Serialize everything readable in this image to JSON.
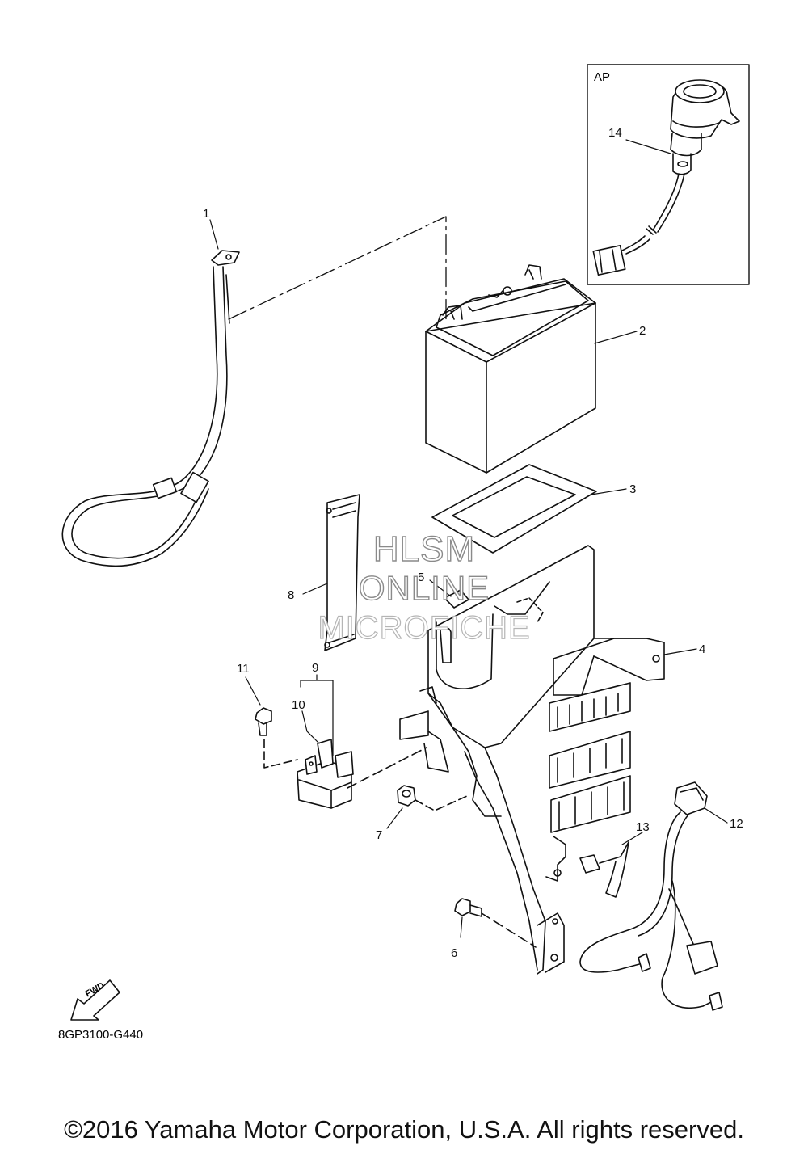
{
  "inset": {
    "label": "AP"
  },
  "callouts": [
    {
      "id": "1",
      "text": "1"
    },
    {
      "id": "2",
      "text": "2"
    },
    {
      "id": "3",
      "text": "3"
    },
    {
      "id": "4",
      "text": "4"
    },
    {
      "id": "5",
      "text": "5"
    },
    {
      "id": "6",
      "text": "6"
    },
    {
      "id": "7",
      "text": "7"
    },
    {
      "id": "8",
      "text": "8"
    },
    {
      "id": "9",
      "text": "9"
    },
    {
      "id": "10",
      "text": "10"
    },
    {
      "id": "11",
      "text": "11"
    },
    {
      "id": "12",
      "text": "12"
    },
    {
      "id": "13",
      "text": "13"
    },
    {
      "id": "14",
      "text": "14"
    }
  ],
  "watermark": {
    "line1": "HLSM",
    "line2": "ONLINE",
    "line3": "MICROFICHE"
  },
  "fwd_label": "FWD",
  "drawing_code": "8GP3100-G440",
  "copyright": "©2016 Yamaha Motor Corporation, U.S.A. All rights reserved."
}
